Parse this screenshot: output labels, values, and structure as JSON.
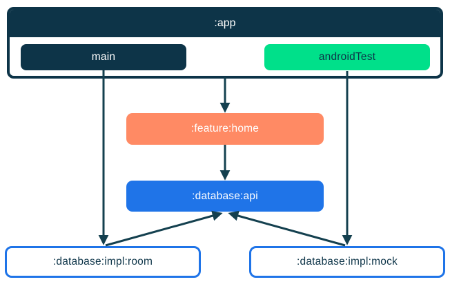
{
  "diagram": {
    "description": "Gradle module dependency graph",
    "nodes": {
      "app": {
        "label": ":app"
      },
      "main": {
        "label": "main"
      },
      "android_test": {
        "label": "androidTest"
      },
      "feature_home": {
        "label": ":feature:home"
      },
      "database_api": {
        "label": ":database:api"
      },
      "database_impl_room": {
        "label": ":database:impl:room"
      },
      "database_impl_mock": {
        "label": ":database:impl:mock"
      }
    },
    "edges": [
      {
        "from": "main",
        "to": "database_impl_room"
      },
      {
        "from": "app",
        "to": "feature_home"
      },
      {
        "from": "android_test",
        "to": "database_impl_mock"
      },
      {
        "from": "feature_home",
        "to": "database_api"
      },
      {
        "from": "database_impl_room",
        "to": "database_api"
      },
      {
        "from": "database_impl_mock",
        "to": "database_api"
      }
    ],
    "colors": {
      "navy": "#0d3448",
      "green": "#00e08a",
      "coral": "#ff8a64",
      "blue": "#1f74e8",
      "arrow": "#14404f",
      "background": "#ffffff"
    }
  }
}
